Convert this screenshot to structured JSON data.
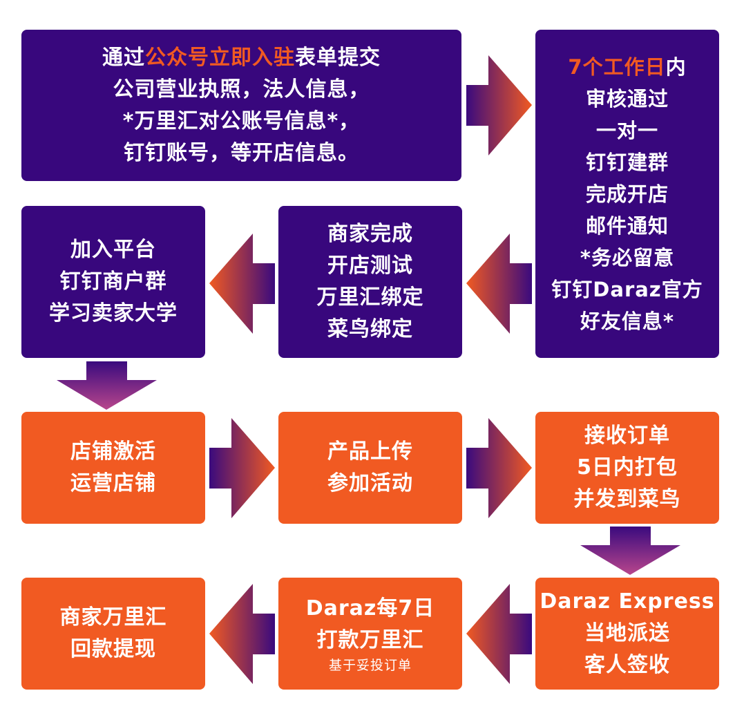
{
  "colors": {
    "purple": "#38077d",
    "orange": "#f15a22",
    "arrow_dark": "#3a0a7e",
    "arrow_light": "#f15a22",
    "text": "#ffffff"
  },
  "steps": {
    "submit_form": {
      "line1_pre": "通过",
      "line1_hl": "公众号立即入驻",
      "line1_post": "表单提交",
      "line2": "公司营业执照，法人信息，",
      "line3": "*万里汇对公账号信息*，",
      "line4": "钉钉账号，等开店信息。"
    },
    "review": {
      "line1_hl": "7个工作日",
      "line1_post": "内",
      "lines": [
        "审核通过",
        "一对一",
        "钉钉建群",
        "完成开店",
        "邮件通知",
        "*务必留意",
        "钉钉Daraz官方",
        "好友信息*"
      ]
    },
    "merchant_test": {
      "lines": [
        "商家完成",
        "开店测试",
        "万里汇绑定",
        "菜鸟绑定"
      ]
    },
    "join_platform": {
      "lines": [
        "加入平台",
        "钉钉商户群",
        "学习卖家大学"
      ]
    },
    "activate_store": {
      "lines": [
        "店铺激活",
        "运营店铺"
      ]
    },
    "upload_products": {
      "lines": [
        "产品上传",
        "参加活动"
      ]
    },
    "receive_orders": {
      "lines": [
        "接收订单",
        "5日内打包",
        "并发到菜鸟"
      ]
    },
    "delivery": {
      "lines": [
        "Daraz Express",
        "当地派送",
        "客人签收"
      ]
    },
    "payout": {
      "lines": [
        "Daraz每7日",
        "打款万里汇"
      ],
      "note": "基于妥投订单"
    },
    "withdraw": {
      "lines": [
        "商家万里汇",
        "回款提现"
      ]
    }
  }
}
